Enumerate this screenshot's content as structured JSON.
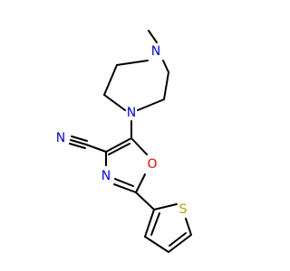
{
  "molecule": {
    "atoms": {
      "n_methyl": "N",
      "n_ring": "N",
      "n_nitrile": "N",
      "n_oxazole": "N",
      "o_oxazole": "O",
      "s_thiophene": "S"
    },
    "colors": {
      "bond": "#000000",
      "nitrogen": "#0000ff",
      "oxygen": "#ff0000",
      "sulfur": "#b8a000"
    }
  }
}
